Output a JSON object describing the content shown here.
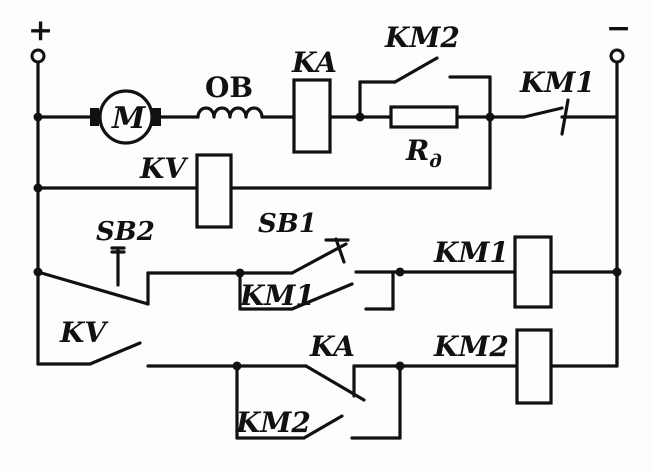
{
  "terminals": {
    "positive": "+",
    "negative": "−"
  },
  "labels": {
    "motor": "M",
    "field_winding": "ОВ",
    "current_relay": "KA",
    "km2_top_contact": "KM2",
    "resistor_main": "R",
    "resistor_sub": "д",
    "km1_top_contact": "KM1",
    "voltage_relay": "KV",
    "sb2": "SB2",
    "sb1": "SB1",
    "km1_coil": "KM1",
    "km1_holding": "KM1",
    "kv_contact": "KV",
    "ka_contact": "KA",
    "km2_coil": "KM2",
    "km2_holding": "KM2"
  }
}
